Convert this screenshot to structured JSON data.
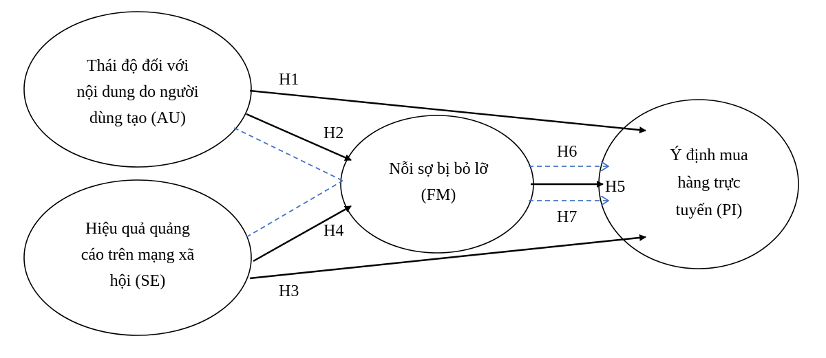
{
  "diagram": {
    "nodes": {
      "au": {
        "lines": [
          "Thái độ đối với",
          "nội dung do người",
          "dùng tạo (AU)"
        ]
      },
      "se": {
        "lines": [
          "Hiệu quả quảng",
          "cáo trên mạng xã",
          "hội (SE)"
        ]
      },
      "fm": {
        "lines": [
          "Nỗi sợ bị bỏ lỡ",
          "(FM)"
        ]
      },
      "pi": {
        "lines": [
          "Ý định mua",
          "hàng trực",
          "tuyến (PI)"
        ]
      }
    },
    "hypotheses": {
      "h1": "H1",
      "h2": "H2",
      "h3": "H3",
      "h4": "H4",
      "h5": "H5",
      "h6": "H6",
      "h7": "H7"
    },
    "colors": {
      "solid_arrow": "#000000",
      "dashed_arrow": "#4472C4"
    }
  }
}
